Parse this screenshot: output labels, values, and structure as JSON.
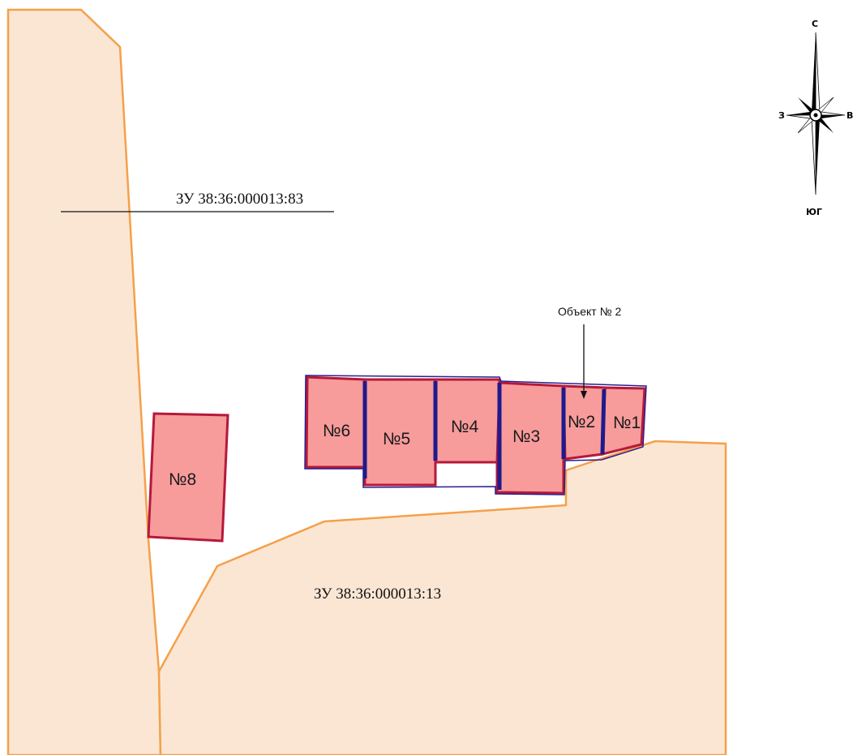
{
  "plots": [
    {
      "id": "plot-83",
      "label": "ЗУ 38:36:000013:83"
    },
    {
      "id": "plot-13",
      "label": "ЗУ 38:36:000013:13"
    }
  ],
  "buildings": [
    {
      "id": "b1",
      "label": "№1"
    },
    {
      "id": "b2",
      "label": "№2"
    },
    {
      "id": "b3",
      "label": "№3"
    },
    {
      "id": "b4",
      "label": "№4"
    },
    {
      "id": "b5",
      "label": "№5"
    },
    {
      "id": "b6",
      "label": "№6"
    },
    {
      "id": "b8",
      "label": "№8"
    }
  ],
  "callout": {
    "label": "Объект № 2"
  },
  "compass": {
    "north": "С",
    "south": "ЮГ",
    "west": "З",
    "east": "В"
  },
  "colors": {
    "plot_fill": "#fbe6d4",
    "plot_border": "#f5a04a",
    "building_fill": "#f79b9b",
    "building_border": "#b5193a",
    "building_divider": "#1f1a8c"
  }
}
